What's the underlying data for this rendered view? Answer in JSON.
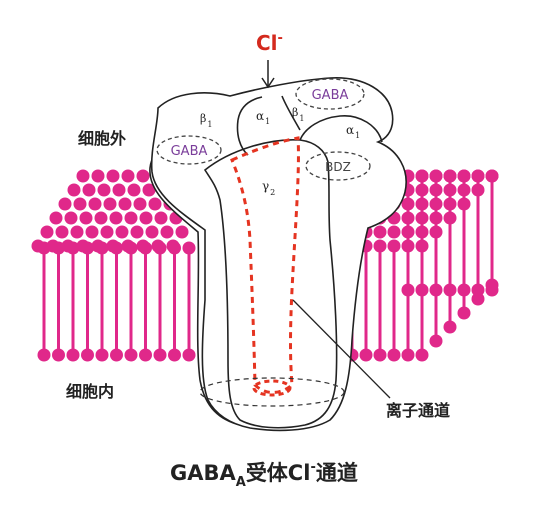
{
  "ion": {
    "text": "Cl",
    "superscript": "-",
    "color": "#d42a1e"
  },
  "membrane": {
    "outside_label": "细胞外",
    "inside_label": "细胞内",
    "lipid_color": "#e0288a"
  },
  "subunits": {
    "beta1_left": "β",
    "alpha1_center": "α",
    "beta1_right": "β",
    "alpha1_right": "α",
    "gamma2": "γ",
    "subscript_1": "1",
    "subscript_2": "2"
  },
  "sites": {
    "gaba_color": "#7a3d9a",
    "gaba_top": "GABA",
    "gaba_left": "GABA",
    "bdz": "BDZ"
  },
  "channel_label": "离子通道",
  "caption": {
    "prefix": "GABA",
    "subscript": "A",
    "middle": "受体Cl",
    "superscript": "-",
    "suffix": "通道"
  }
}
